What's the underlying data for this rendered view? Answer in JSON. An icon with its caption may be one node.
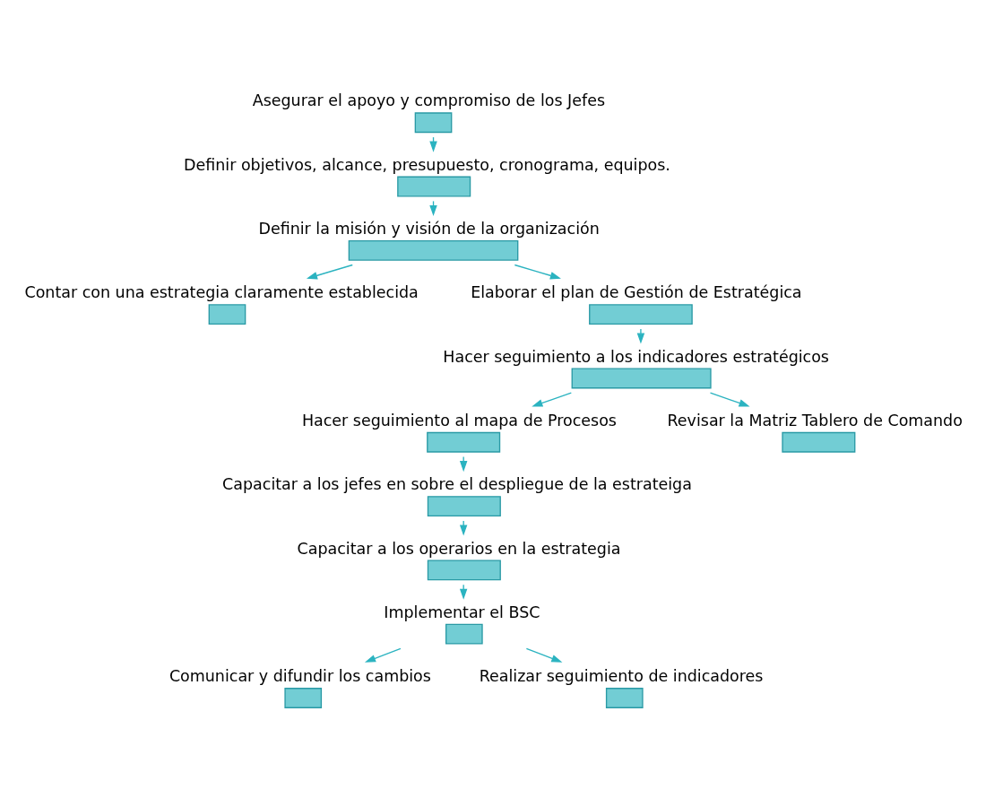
{
  "diagram": {
    "nodes": [
      {
        "text": [
          "Asegurar el apoyo y compromiso de los Jefes"
        ]
      },
      {
        "text": [
          "Definir objetivos, alcance, presupuesto, cronograma, equipos."
        ]
      },
      {
        "text": [
          "Definir la misión y visión de la organización"
        ]
      },
      {
        "text": [
          "Contar con una estrategia claramente establecida"
        ]
      },
      {
        "text": [
          "Elaborar el plan de Gestión de Estratégica"
        ]
      },
      {
        "text": [
          "Hacer seguimiento a los indicadores estratégicos"
        ]
      },
      {
        "text": [
          "Hacer seguimiento al mapa de Procesos"
        ]
      },
      {
        "text": [
          "Revisar la Matriz Tablero de Comando"
        ]
      },
      {
        "text": [
          "Capacitar a los jefes en sobre el despliegue de la estrateiga"
        ]
      },
      {
        "text": [
          "Capacitar a los operarios en la estrategia"
        ]
      },
      {
        "text": [
          "Implementar el BSC"
        ]
      },
      {
        "text": [
          "Comunicar y difundir los cambios"
        ]
      },
      {
        "text": [
          "Realizar seguimiento de indicadores"
        ]
      }
    ],
    "edges": [
      {
        "from": 0,
        "to": 1,
        "arrow": "to"
      },
      {
        "from": 1,
        "to": 2,
        "arrow": "to"
      },
      {
        "from": 2,
        "to": 3,
        "arrow": "to"
      },
      {
        "from": 2,
        "to": 4,
        "arrow": "to"
      },
      {
        "from": 4,
        "to": 5,
        "arrow": "to"
      },
      {
        "from": 5,
        "to": 6,
        "arrow": "to"
      },
      {
        "from": 5,
        "to": 7,
        "arrow": "to"
      },
      {
        "from": 6,
        "to": 8,
        "arrow": "to"
      },
      {
        "from": 8,
        "to": 9,
        "arrow": "to"
      },
      {
        "from": 9,
        "to": 10,
        "arrow": "to"
      },
      {
        "from": 10,
        "to": 11,
        "arrow": "to"
      },
      {
        "from": 10,
        "to": 12,
        "arrow": "to"
      }
    ]
  }
}
